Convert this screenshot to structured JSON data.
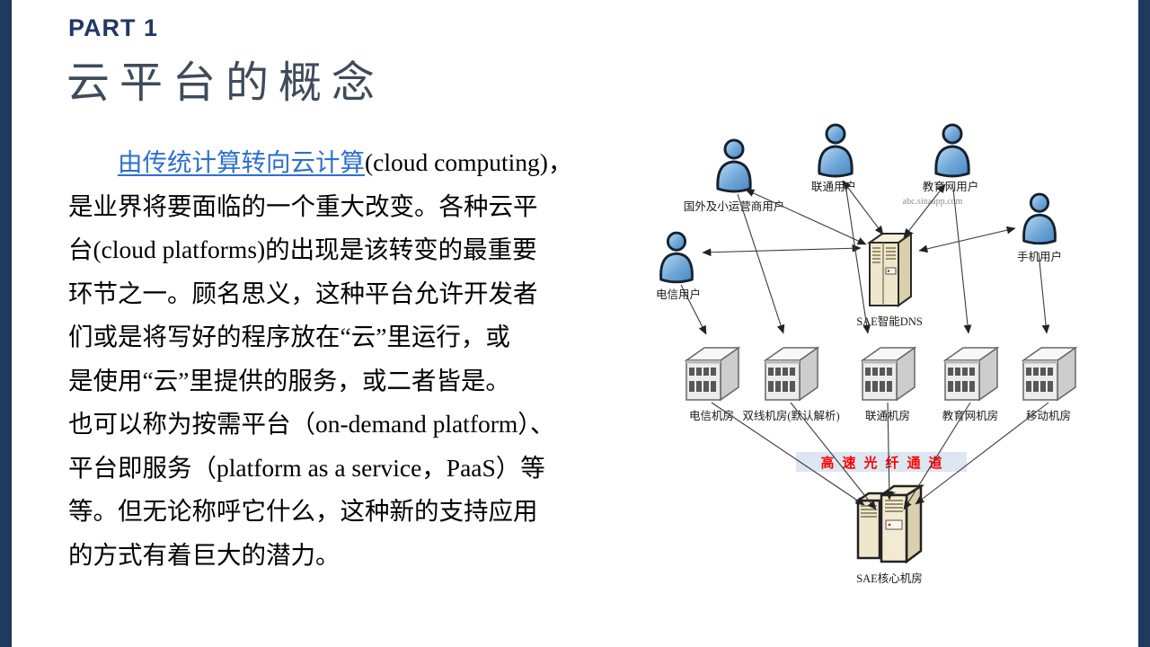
{
  "slide": {
    "part_label": "PART 1",
    "title": "云平台的概念"
  },
  "body": {
    "link_text": "由传统计算转向云计算",
    "line1_rest": "(cloud computing)，",
    "lines": [
      "是业界将要面临的一个重大改变。各种云平",
      "台(cloud platforms)的出现是该转变的最重要",
      "环节之一。顾名思义，这种平台允许开发者",
      "们或是将写好的程序放在“云”里运行，或",
      "是使用“云”里提供的服务，或二者皆是。",
      "也可以称为按需平台（on-demand platform）、",
      "平台即服务（platform as a service，PaaS）等",
      "等。但无论称呼它什么，这种新的支持应用",
      "的方式有着巨大的潜力。"
    ]
  },
  "diagram": {
    "users": {
      "overseas": "国外及小运营商用户",
      "unicom": "联通用户",
      "edu": "教育网用户",
      "edu_domain": "abc.sinaapp.com",
      "mobile": "手机用户",
      "telecom": "电信用户"
    },
    "dns_label": "SAE智能DNS",
    "rooms": [
      "电信机房",
      "双线机房(默认解析)",
      "联通机房",
      "教育网机房",
      "移动机房"
    ],
    "banner": "高速光纤通道",
    "core_label": "SAE核心机房"
  },
  "colors": {
    "edge_bar": "#1e3a5f",
    "part_navy": "#1f3864",
    "title_gray_blue": "#3e4b5a",
    "link_blue": "#2e6fd2",
    "banner_bg": "#dce7f2",
    "banner_red": "#ff0000"
  }
}
